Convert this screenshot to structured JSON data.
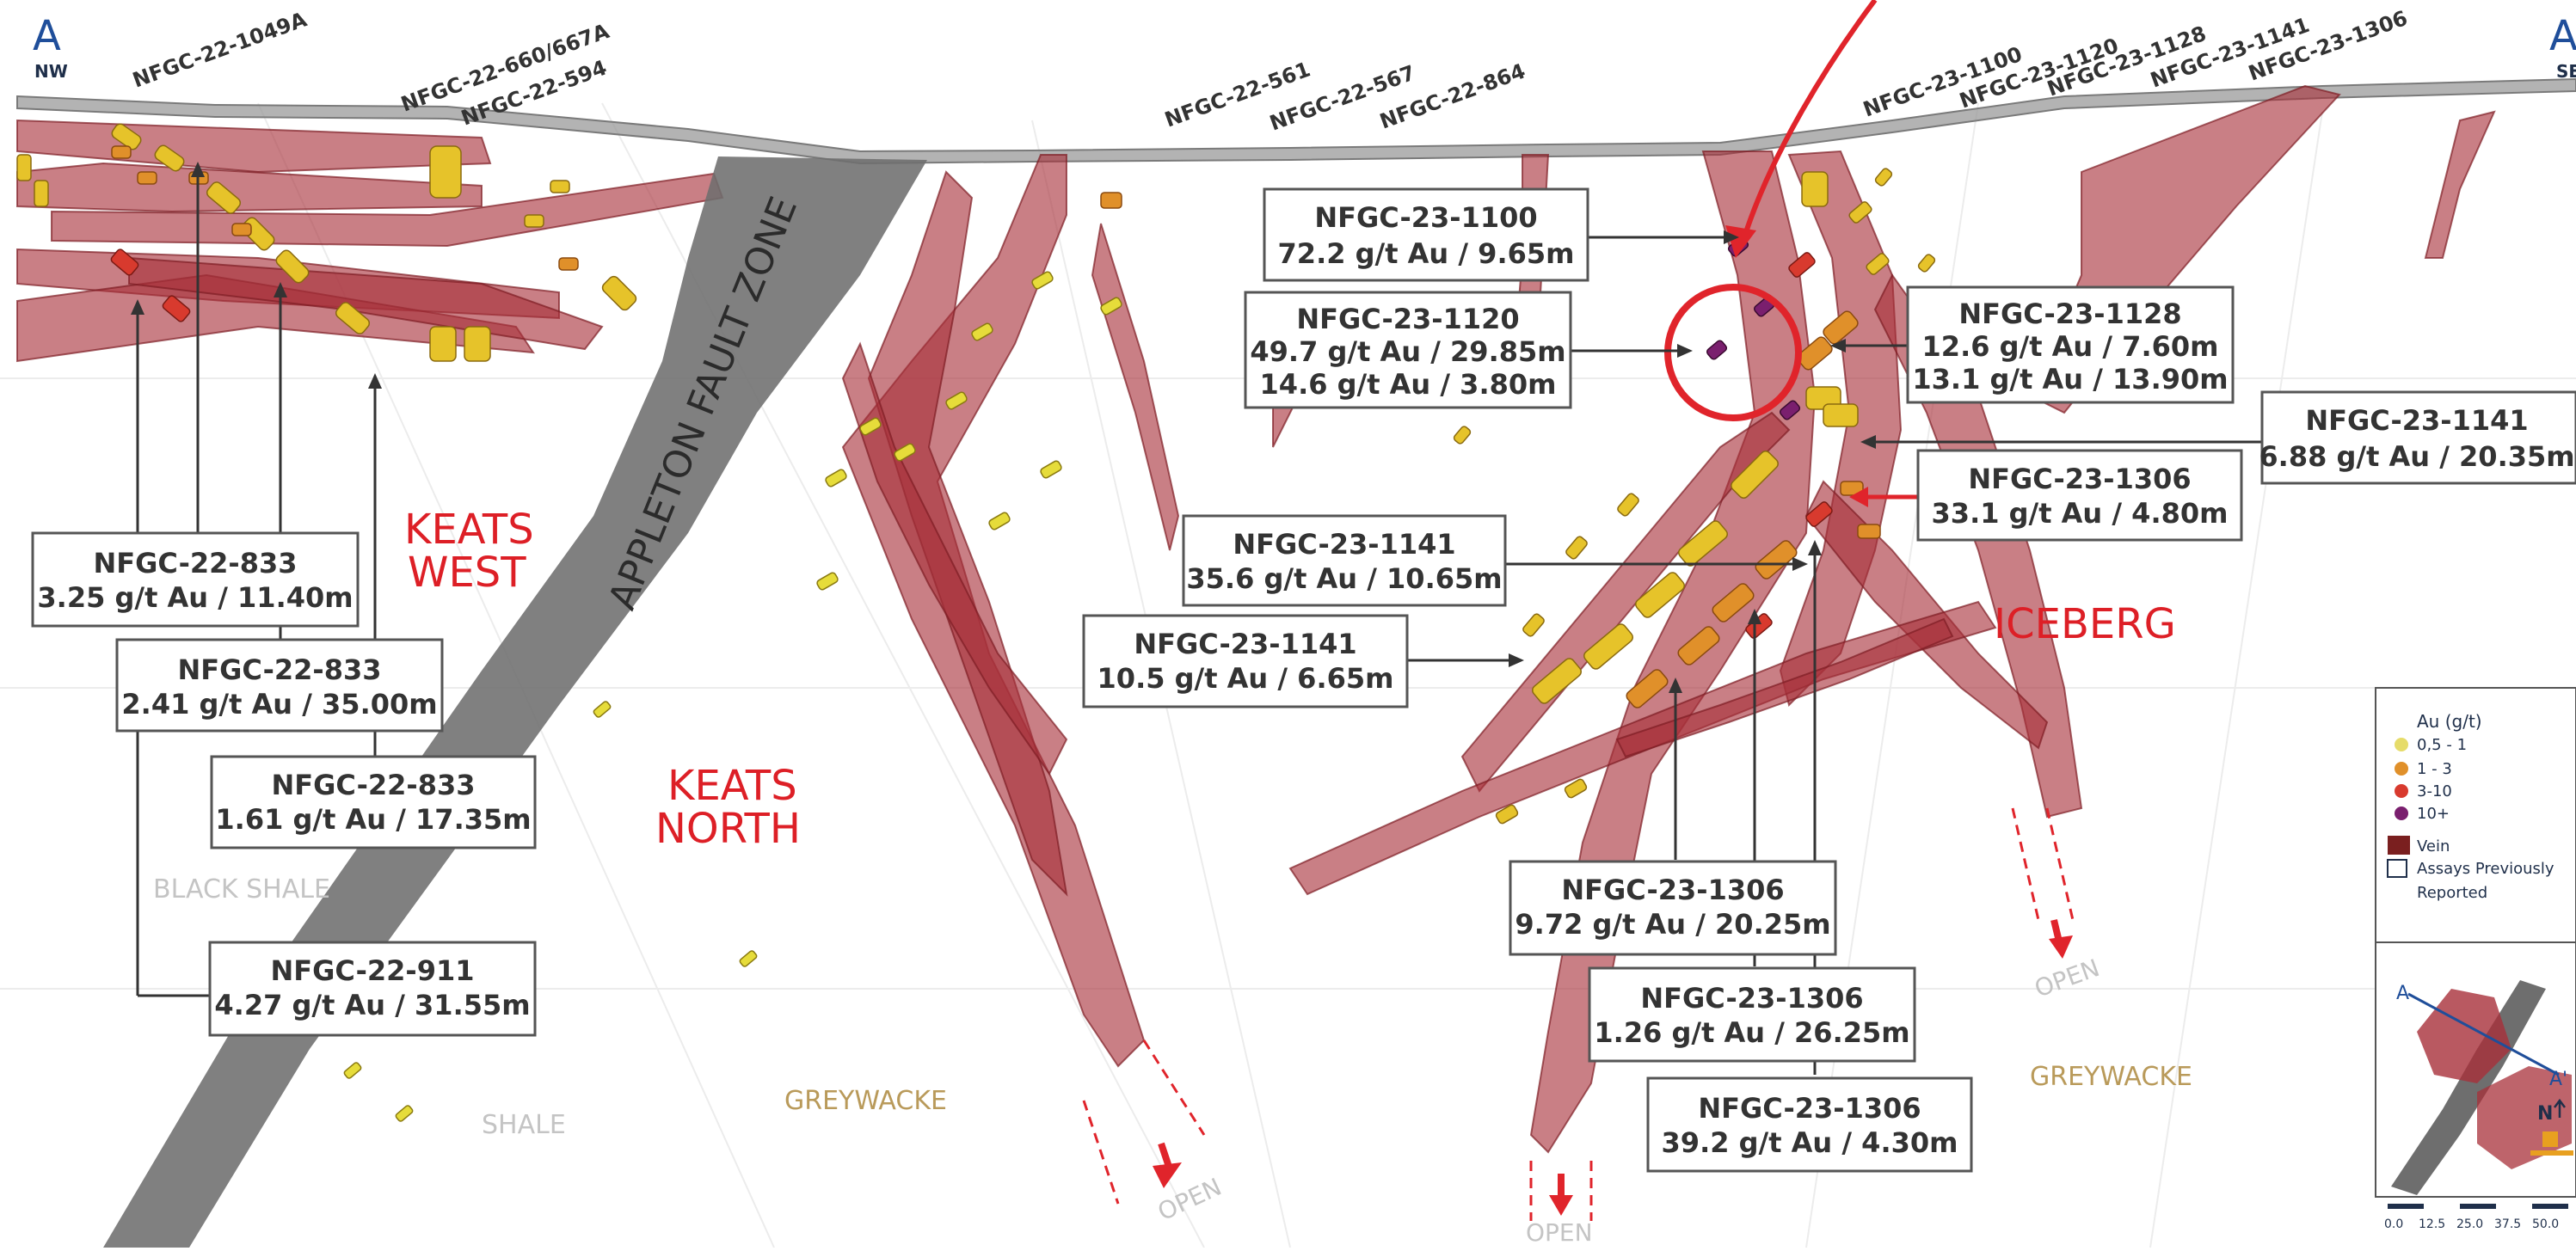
{
  "section": {
    "start_letter": "A",
    "start_direction": "NW",
    "end_letter": "A",
    "end_direction": "SE"
  },
  "drillholes": [
    {
      "id": "NFGC-22-1049A"
    },
    {
      "id": "NFGC-22-660/667A"
    },
    {
      "id": "NFGC-22-594"
    },
    {
      "id": "NFGC-22-561"
    },
    {
      "id": "NFGC-22-567"
    },
    {
      "id": "NFGC-22-864"
    },
    {
      "id": "NFGC-23-1100"
    },
    {
      "id": "NFGC-23-1120"
    },
    {
      "id": "NFGC-23-1128"
    },
    {
      "id": "NFGC-23-1141"
    },
    {
      "id": "NFGC-23-1306"
    }
  ],
  "fault": {
    "label": "APPLETON FAULT ZONE"
  },
  "zones": [
    {
      "line1": "KEATS",
      "line2": "WEST"
    },
    {
      "line1": "KEATS",
      "line2": "NORTH"
    },
    {
      "line1": "ICEBERG",
      "line2": ""
    }
  ],
  "lithology": {
    "black_shale": "BLACK SHALE",
    "shale": "SHALE",
    "greywacke_left": "GREYWACKE",
    "greywacke_right": "GREYWACKE"
  },
  "open_labels": [
    "OPEN",
    "OPEN",
    "OPEN"
  ],
  "intercepts": [
    {
      "hole": "NFGC-23-1100",
      "lines": [
        "72.2 g/t Au / 9.65m"
      ]
    },
    {
      "hole": "NFGC-23-1120",
      "lines": [
        "49.7 g/t Au / 29.85m",
        "14.6 g/t Au / 3.80m"
      ]
    },
    {
      "hole": "NFGC-23-1128",
      "lines": [
        "12.6 g/t Au / 7.60m",
        "13.1 g/t Au / 13.90m"
      ]
    },
    {
      "hole": "NFGC-23-1141",
      "lines": [
        "6.88 g/t Au / 20.35m"
      ]
    },
    {
      "hole": "NFGC-23-1306",
      "lines": [
        "33.1 g/t Au / 4.80m"
      ]
    },
    {
      "hole": "NFGC-23-1141",
      "lines": [
        "35.6 g/t Au / 10.65m"
      ]
    },
    {
      "hole": "NFGC-23-1141",
      "lines": [
        "10.5 g/t Au / 6.65m"
      ]
    },
    {
      "hole": "NFGC-22-833",
      "lines": [
        "3.25 g/t Au / 11.40m"
      ]
    },
    {
      "hole": "NFGC-22-833",
      "lines": [
        "2.41 g/t Au / 35.00m"
      ]
    },
    {
      "hole": "NFGC-22-833",
      "lines": [
        "1.61 g/t Au / 17.35m"
      ]
    },
    {
      "hole": "NFGC-22-911",
      "lines": [
        "4.27 g/t Au / 31.55m"
      ]
    },
    {
      "hole": "NFGC-23-1306",
      "lines": [
        "9.72 g/t Au / 20.25m"
      ]
    },
    {
      "hole": "NFGC-23-1306",
      "lines": [
        "1.26 g/t Au / 26.25m"
      ]
    },
    {
      "hole": "NFGC-23-1306",
      "lines": [
        "39.2 g/t Au / 4.30m"
      ]
    }
  ],
  "legend": {
    "title": "Au (g/t)",
    "grades": [
      {
        "label": "0,5 - 1",
        "color": "#e6dc6a"
      },
      {
        "label": "1 - 3",
        "color": "#e0902a"
      },
      {
        "label": "3-10",
        "color": "#d83a2e"
      },
      {
        "label": "10+",
        "color": "#7a1f6e"
      }
    ],
    "vein_label": "Vein",
    "vein_color": "#7a1f1f",
    "assays_line1": "Assays Previously",
    "assays_line2": "Reported"
  },
  "inset": {
    "a_label": "A",
    "a_prime_label": "A'",
    "north_label": "N",
    "scale_ticks": [
      "0.0",
      "12.5",
      "25.0",
      "37.5",
      "50.0"
    ]
  },
  "colors": {
    "vein": "#a8303a",
    "fault": "#6e6e6e",
    "zone_label": "#dd1f26",
    "section_letter": "#1f4e9a",
    "highlight": "#e0242b"
  }
}
